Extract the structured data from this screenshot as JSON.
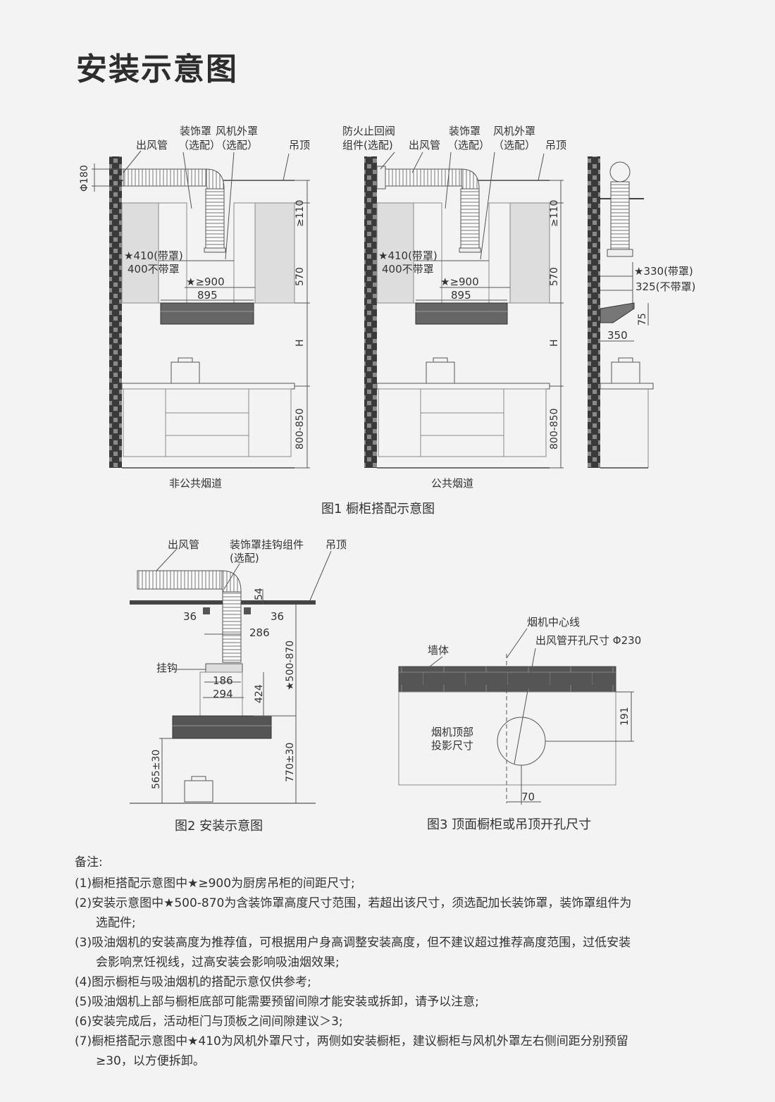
{
  "title": "安装示意图",
  "fig1": {
    "caption": "图1 橱柜搭配示意图",
    "left": {
      "sub_caption": "非公共烟道",
      "label_duct": "出风管",
      "label_deco_1": "装饰罩",
      "label_deco_2": "（选配）",
      "label_fan_1": "风机外罩",
      "label_fan_2": "（选配）",
      "label_ceiling": "吊顶",
      "dim_phi": "Φ180",
      "dim_top": "≥110",
      "dim_570": "570",
      "dim_h": "H",
      "dim_bottom": "800-850",
      "dim_410_a": "★410(带罩)",
      "dim_410_b": "400不带罩",
      "dim_900": "★≥900",
      "dim_895": "895"
    },
    "middle": {
      "sub_caption": "公共烟道",
      "label_valve_1": "防火止回阀",
      "label_valve_2": "组件(选配)",
      "label_duct": "出风管",
      "label_deco_1": "装饰罩",
      "label_deco_2": "（选配）",
      "label_fan_1": "风机外罩",
      "label_fan_2": "（选配）",
      "label_ceiling": "吊顶",
      "dim_top": "≥110",
      "dim_570": "570",
      "dim_h": "H",
      "dim_bottom": "800-850",
      "dim_410_a": "★410(带罩)",
      "dim_410_b": "400不带罩",
      "dim_900": "★≥900",
      "dim_895": "895"
    },
    "side": {
      "dim_330": "★330(带罩)",
      "dim_325": "325(不带罩)",
      "dim_75": "75",
      "dim_350": "350"
    }
  },
  "fig2": {
    "caption": "图2 安装示意图",
    "label_duct": "出风管",
    "label_hook_1": "装饰罩挂钩组件",
    "label_hook_2": "(选配)",
    "label_ceiling": "吊顶",
    "label_hook": "挂钩",
    "dim_54": "54",
    "dim_36a": "36",
    "dim_36b": "36",
    "dim_286": "286",
    "dim_range": "★500-870",
    "dim_186": "186",
    "dim_294": "294",
    "dim_424": "424",
    "dim_565": "565±30",
    "dim_770": "770±30"
  },
  "fig3": {
    "caption": "图3 顶面橱柜或吊顶开孔尺寸",
    "label_center": "烟机中心线",
    "label_hole": "出风管开孔尺寸 Φ230",
    "label_wall": "墙体",
    "label_proj_1": "烟机顶部",
    "label_proj_2": "投影尺寸",
    "dim_191": "191",
    "dim_70": "70"
  },
  "notes": {
    "head": "备注:",
    "n1": "(1)橱柜搭配示意图中★≥900为厨房吊柜的间距尺寸;",
    "n2a": "(2)安装示意图中★500-870为含装饰罩高度尺寸范围，若超出该尺寸，须选配加长装饰罩，装饰罩组件为",
    "n2b": "选配件;",
    "n3a": "(3)吸油烟机的安装高度为推荐值，可根据用户身高调整安装高度，但不建议超过推荐高度范围，过低安装",
    "n3b": "会影响烹饪视线，过高安装会影响吸油烟效果;",
    "n4": "(4)图示橱柜与吸油烟机的搭配示意仅供参考;",
    "n5": "(5)吸油烟机上部与橱柜底部可能需要预留间隙才能安装或拆卸，请予以注意;",
    "n6": "(6)安装完成后，活动柜门与顶板之间间隙建议＞3;",
    "n7a": "(7)橱柜搭配示意图中★410为风机外罩尺寸，两侧如安装橱柜，建议橱柜与风机外罩左右侧间距分别预留",
    "n7b": "≥30，以方便拆卸。"
  }
}
